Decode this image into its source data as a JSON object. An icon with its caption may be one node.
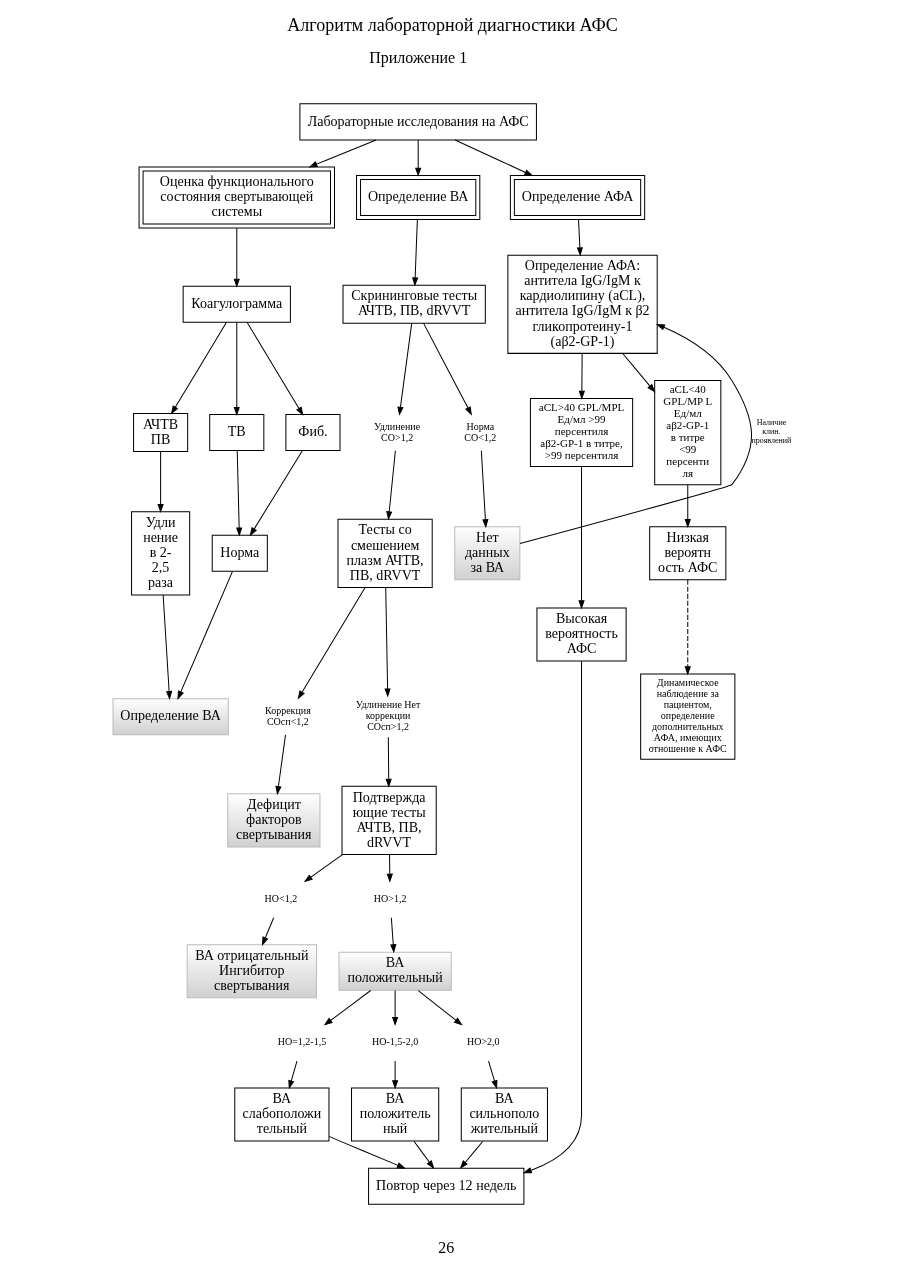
{
  "diagram": {
    "title": "Алгоритм лабораторной диагностики АФС",
    "nodes": [
      {
        "text": [
          "Лабораторные исследования на АФС"
        ]
      },
      {
        "text": [
          "Оценка функционального состояния свертывающей системы"
        ]
      },
      {
        "text": [
          "Определение ВА"
        ]
      },
      {
        "text": [
          "Определение АФА"
        ]
      },
      {
        "text": [
          "Коагулограмма"
        ]
      },
      {
        "text": [
          "Скрининговые тесты АЧТВ, ПВ, dRVVT"
        ]
      },
      {
        "text": [
          "Определение АФА: антитела IgG/IgM к кардиолипину (aCL),",
          "антитела IgG/IgM к β2 гликопротеину-1 (aβ2-GP-1)"
        ]
      },
      {
        "text": [
          "АЧТВ ПВ"
        ]
      },
      {
        "text": [
          "ТВ"
        ]
      },
      {
        "text": [
          "Фиб."
        ]
      },
      {
        "text": [
          "Удлинение СО>1,2"
        ]
      },
      {
        "text": [
          "Норма СО<1,2"
        ]
      },
      {
        "text": [
          "Удли нение в 2- 2,5 раза"
        ]
      },
      {
        "text": [
          "Норма"
        ]
      },
      {
        "text": [
          "Тесты со смешением плазм АЧТВ, ПВ, dRVVT"
        ]
      },
      {
        "text": [
          "Нет данных за ВА"
        ]
      },
      {
        "text": [
          "aCL>40 GPL/MPL Ед/мл >99 персентиля",
          "aβ2-GP-1 в титре, >99 персентиля"
        ]
      },
      {
        "text": [
          "aCL<40 GPL/MP L Ед/мл aβ2-GP-1 в титре <99 персенти ля"
        ]
      },
      {
        "text": [
          "Определение ВА"
        ]
      },
      {
        "text": [
          "Коррекция СОсп<1,2"
        ]
      },
      {
        "text": [
          "Удлинение Нет коррекции СОсп>1,2"
        ]
      },
      {
        "text": [
          "Дефицит факторов свертывания"
        ]
      },
      {
        "text": [
          "Подтвержда ющие тесты АЧТВ, ПВ, dRVVT"
        ]
      },
      {
        "text": [
          "Высокая вероятность АФС"
        ]
      },
      {
        "text": [
          "Низкая вероятн ость АФС"
        ]
      },
      {
        "text": [
          "НО<1,2"
        ]
      },
      {
        "text": [
          "НО>1,2"
        ]
      },
      {
        "text": [
          "Динамическое наблюдение за пациентом, определение дополнительных АФА, имеющих отношение к АФС"
        ]
      },
      {
        "text": [
          "ВА отрицательный Ингибитор свертывания"
        ]
      },
      {
        "text": [
          "ВА положительный"
        ]
      },
      {
        "text": [
          "НО=1,2-1,5"
        ]
      },
      {
        "text": [
          "НО-1,5-2,0"
        ]
      },
      {
        "text": [
          "НО>2,0"
        ]
      },
      {
        "text": [
          "ВА слабоположи тельный"
        ]
      },
      {
        "text": [
          "ВА положитель ный"
        ]
      },
      {
        "text": [
          "ВА сильнополо жительный"
        ]
      },
      {
        "text": [
          "Повтор через 12 недель"
        ]
      }
    ],
    "edges": [
      {
        "from": 0,
        "to": 1,
        "arrow": "to"
      },
      {
        "from": 0,
        "to": 2,
        "arrow": "to"
      },
      {
        "from": 0,
        "to": 3,
        "arrow": "to"
      },
      {
        "from": 1,
        "to": 4,
        "arrow": "to"
      },
      {
        "from": 2,
        "to": 5,
        "arrow": "to"
      },
      {
        "from": 3,
        "to": 6,
        "arrow": "to"
      },
      {
        "from": 4,
        "to": 7,
        "arrow": "to"
      },
      {
        "from": 4,
        "to": 8,
        "arrow": "to"
      },
      {
        "from": 4,
        "to": 9,
        "arrow": "to"
      },
      {
        "from": 5,
        "to": 10,
        "arrow": "to"
      },
      {
        "from": 5,
        "to": 11,
        "arrow": "to"
      },
      {
        "from": 6,
        "to": 16,
        "arrow": "to"
      },
      {
        "from": 6,
        "to": 17,
        "arrow": "to"
      },
      {
        "from": 7,
        "to": 12,
        "arrow": "to"
      },
      {
        "from": 8,
        "to": 13,
        "arrow": "to"
      },
      {
        "from": 9,
        "to": 13,
        "arrow": "to"
      },
      {
        "from": 10,
        "to": 14,
        "arrow": "to"
      },
      {
        "from": 11,
        "to": 15,
        "arrow": "to"
      },
      {
        "from": 15,
        "to": 6,
        "arrow": "to",
        "label": "Наличие клин. проявлений"
      },
      {
        "from": 12,
        "to": 18,
        "arrow": "to"
      },
      {
        "from": 13,
        "to": 18,
        "arrow": "to"
      },
      {
        "from": 14,
        "to": 19,
        "arrow": "to"
      },
      {
        "from": 14,
        "to": 20,
        "arrow": "to"
      },
      {
        "from": 19,
        "to": 21,
        "arrow": "to"
      },
      {
        "from": 20,
        "to": 22,
        "arrow": "to"
      },
      {
        "from": 16,
        "to": 23,
        "arrow": "to"
      },
      {
        "from": 17,
        "to": 24,
        "arrow": "to"
      },
      {
        "from": 22,
        "to": 25,
        "arrow": "to"
      },
      {
        "from": 22,
        "to": 26,
        "arrow": "to"
      },
      {
        "from": 24,
        "to": 27,
        "arrow": "to",
        "style": "dashed"
      },
      {
        "from": 25,
        "to": 28,
        "arrow": "to"
      },
      {
        "from": 26,
        "to": 29,
        "arrow": "to"
      },
      {
        "from": 29,
        "to": 30,
        "arrow": "to"
      },
      {
        "from": 29,
        "to": 31,
        "arrow": "to"
      },
      {
        "from": 29,
        "to": 32,
        "arrow": "to"
      },
      {
        "from": 23,
        "to": 36,
        "arrow": "to"
      },
      {
        "from": 30,
        "to": 33,
        "arrow": "to"
      },
      {
        "from": 31,
        "to": 34,
        "arrow": "to"
      },
      {
        "from": 32,
        "to": 35,
        "arrow": "to"
      },
      {
        "from": 33,
        "to": 36,
        "arrow": "to"
      },
      {
        "from": 34,
        "to": 36,
        "arrow": "to"
      },
      {
        "from": 35,
        "to": 36,
        "arrow": "to"
      }
    ],
    "labels": [
      "Приложение 1",
      "26"
    ]
  }
}
